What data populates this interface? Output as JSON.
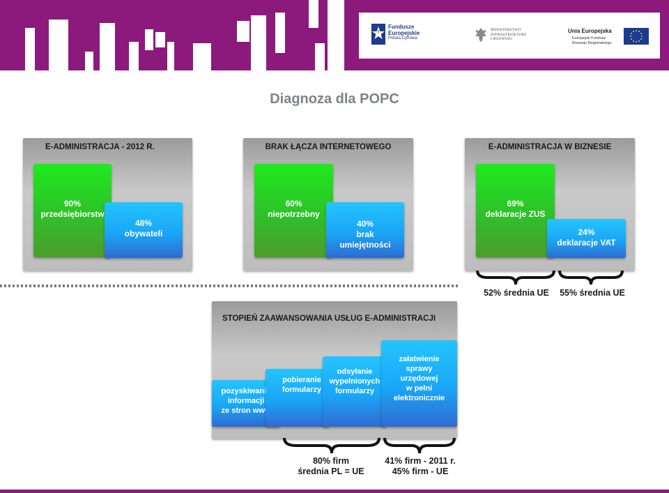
{
  "header": {
    "logos": {
      "fundusze_line1": "Fundusze",
      "fundusze_line2": "Europejskie",
      "fundusze_sub": "Polska Cyfrowa",
      "ministerstwo_line1": "MINISTERSTWO",
      "ministerstwo_line2": "INFRASTRUKTURY",
      "ministerstwo_line3": "I ROZWOJU",
      "ue_title": "Unia Europejska",
      "ue_line1": "Europejski Fundusz",
      "ue_line2": "Rozwoju Regionalnego"
    },
    "colors": {
      "band": "#8c1a7c",
      "green": "#2fc02a",
      "blue": "#1aa6f6"
    }
  },
  "title": "Diagnoza dla POPC",
  "panels": {
    "p1": {
      "header": "E-ADMINISTRACJA - 2012 R.",
      "green_pct": "90%",
      "green_label": "przedsiębiorstw",
      "blue_pct": "48%",
      "blue_label": "obywateli"
    },
    "p2": {
      "header": "BRAK ŁĄCZA INTERNETOWEGO",
      "green_pct": "60%",
      "green_label": "niepotrzebny",
      "blue_pct": "40%",
      "blue_label1": "brak",
      "blue_label2": "umiejętności"
    },
    "p3": {
      "header": "E-ADMINISTRACJA W BIZNESIE",
      "green_pct": "69%",
      "green_label": "deklaracje ZUS",
      "blue_pct": "24%",
      "blue_label": "deklaracje VAT",
      "note1": "52% średnia UE",
      "note2": "55% średnia UE"
    },
    "p4": {
      "header": "STOPIEŃ ZAAWANSOWANIA USŁUG E-ADMINISTRACJI",
      "steps": [
        [
          "pozyskiwanie",
          "informacji",
          "ze stron www"
        ],
        [
          "pobieranie",
          "formularzy"
        ],
        [
          "odsyłanie",
          "wypełnionych",
          "formularzy"
        ],
        [
          "załatwienie",
          "sprawy",
          "urzędowej",
          "w pełni",
          "elektronicznie"
        ]
      ],
      "note1_line1": "80% firm",
      "note1_line2": "średnia PL = UE",
      "note2_line1": "41% firm - 2011 r.",
      "note2_line2": "45% firm - UE"
    }
  }
}
